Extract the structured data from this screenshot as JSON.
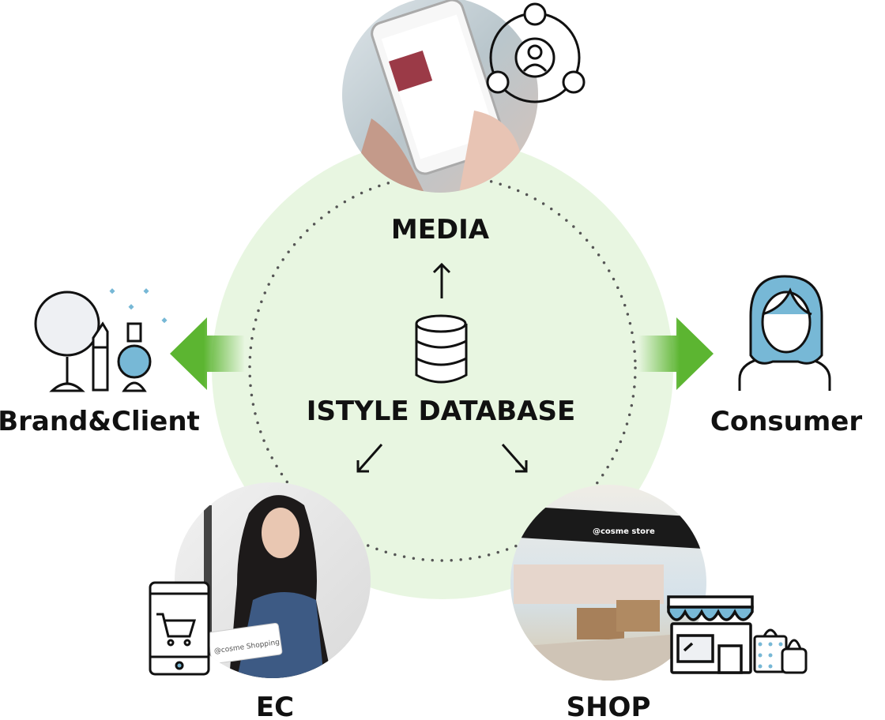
{
  "colors": {
    "background_circle": "#e8f6e1",
    "arrow_green": "#5cb531",
    "icon_blue": "#77b8d6",
    "dots": "#555555"
  },
  "center": {
    "title": "ISTYLE DATABASE",
    "icon": "database-icon"
  },
  "nodes": {
    "media": {
      "label": "MEDIA",
      "icon": "network-user-icon"
    },
    "ec": {
      "label": "EC",
      "icon": "tablet-cart-icon",
      "photo_caption": "@cosme Shopping"
    },
    "shop": {
      "label": "SHOP",
      "icon": "storefront-icon",
      "store_sign": "@cosme store"
    }
  },
  "sides": {
    "left": {
      "label": "Brand&Client",
      "icon": "mirror-cosmetics-icon"
    },
    "right": {
      "label": "Consumer",
      "icon": "woman-avatar-icon"
    }
  }
}
